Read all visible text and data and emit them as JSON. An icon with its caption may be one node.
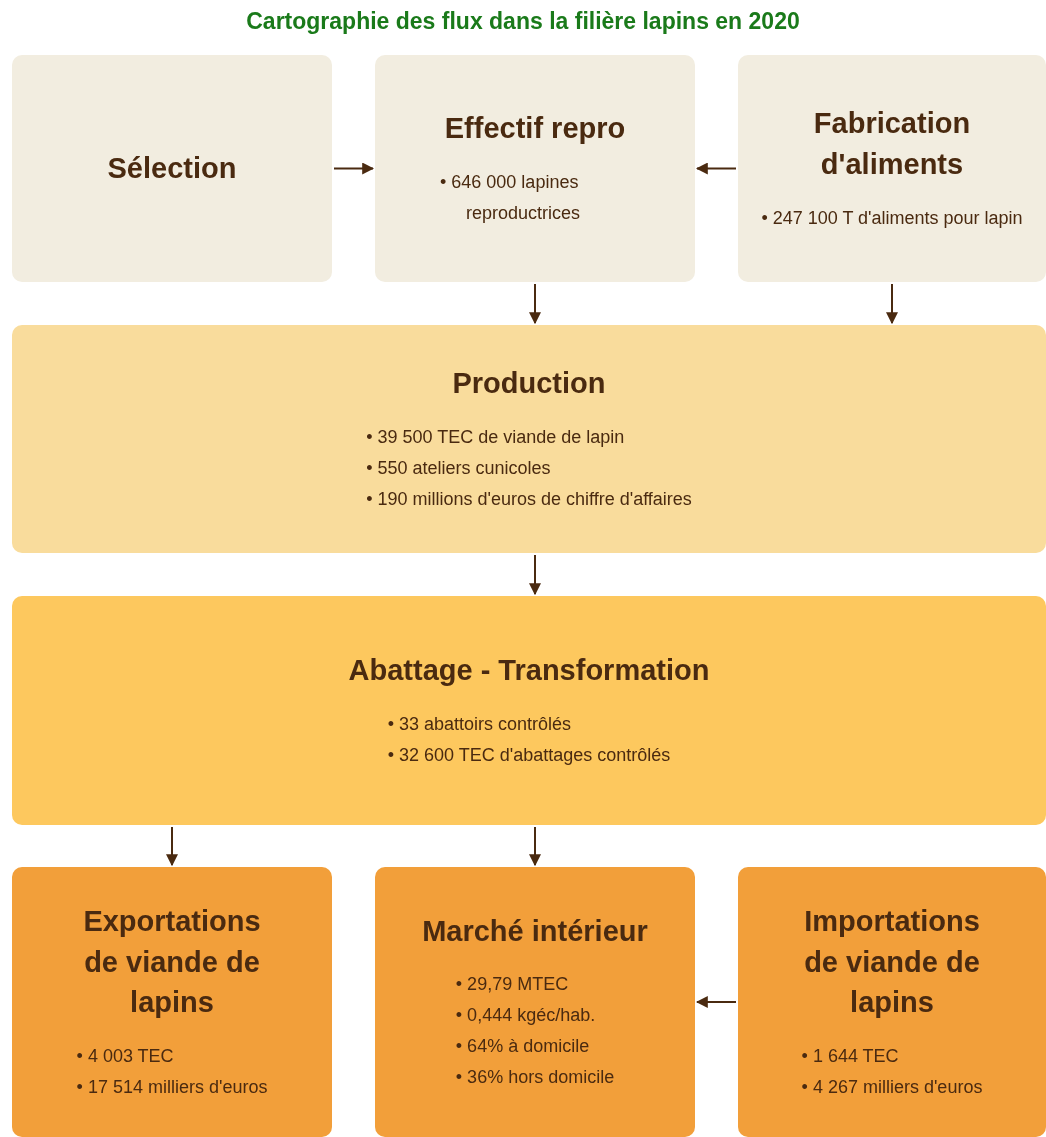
{
  "diagram": {
    "title": "Cartographie des flux dans la filière lapins en 2020",
    "nodes": [
      {
        "text": [
          "Sélection"
        ]
      },
      {
        "text": [
          "Effectif repro",
          "• 646 000 lapines reproductrices"
        ]
      },
      {
        "text": [
          "Fabrication d'aliments",
          "• 247 100 T d'aliments pour lapin"
        ]
      },
      {
        "text": [
          "Production",
          "• 39 500 TEC de viande de lapin",
          "• 550 ateliers cunicoles",
          "• 190 millions d'euros de chiffre d'affaires"
        ]
      },
      {
        "text": [
          "Abattage - Transformation",
          "• 33 abattoirs contrôlés",
          "• 32 600 TEC d'abattages contrôlés"
        ]
      },
      {
        "text": [
          "Exportations de viande de lapins",
          "• 4 003 TEC",
          "• 17 514 milliers d'euros"
        ]
      },
      {
        "text": [
          "Marché intérieur",
          "• 29,79 MTEC",
          "• 0,444 kgéc/hab.",
          "• 64% à domicile",
          "• 36% hors domicile"
        ]
      },
      {
        "text": [
          "Importations de viande de lapins",
          "• 1 644 TEC",
          "• 4 267 milliers d'euros"
        ]
      }
    ],
    "edges": [
      {
        "from": 0,
        "to": 1,
        "arrow": "to"
      },
      {
        "from": 2,
        "to": 1,
        "arrow": "to"
      },
      {
        "from": 1,
        "to": 3,
        "arrow": "to"
      },
      {
        "from": 2,
        "to": 3,
        "arrow": "to"
      },
      {
        "from": 3,
        "to": 4,
        "arrow": "to"
      },
      {
        "from": 4,
        "to": 5,
        "arrow": "to"
      },
      {
        "from": 4,
        "to": 6,
        "arrow": "to"
      },
      {
        "from": 7,
        "to": 6,
        "arrow": "to"
      }
    ]
  }
}
